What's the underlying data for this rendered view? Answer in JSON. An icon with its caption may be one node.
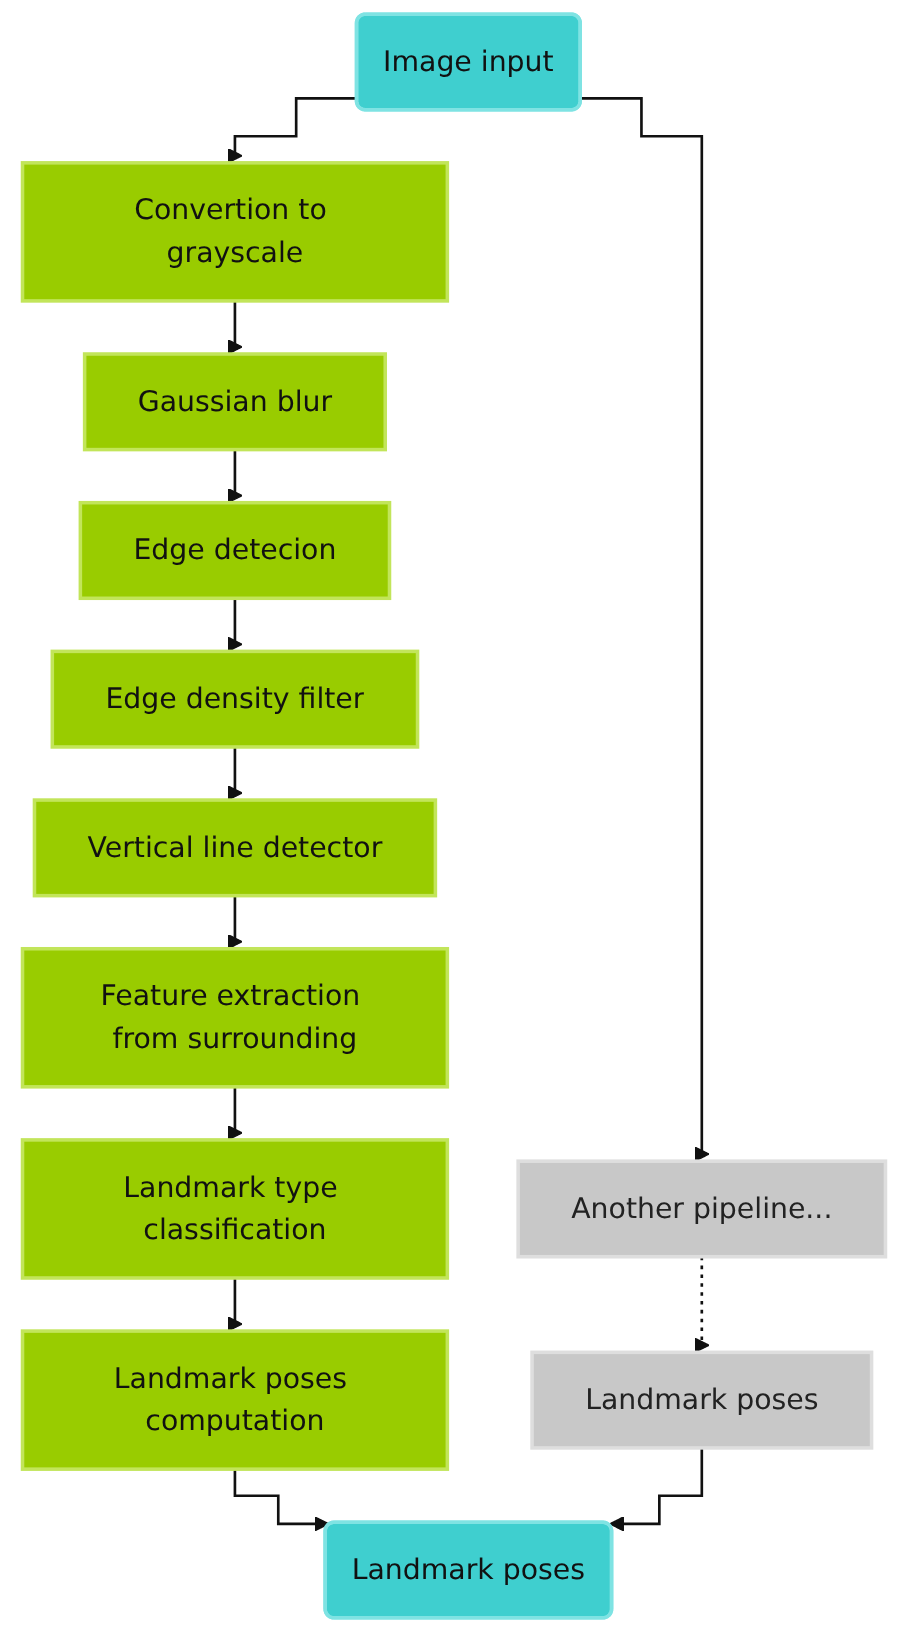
{
  "diagram": {
    "nodes": [
      {
        "text": [
          "Image input"
        ]
      },
      {
        "text": [
          "Convertion to grayscale"
        ]
      },
      {
        "text": [
          "Another pipeline..."
        ]
      },
      {
        "text": [
          "Gaussian blur"
        ]
      },
      {
        "text": [
          "Edge detecion"
        ]
      },
      {
        "text": [
          "Edge density filter"
        ]
      },
      {
        "text": [
          "Vertical line detector"
        ]
      },
      {
        "text": [
          "Feature extraction from surrounding"
        ]
      },
      {
        "text": [
          "Landmark type classification"
        ]
      },
      {
        "text": [
          "Landmark poses computation"
        ]
      },
      {
        "text": [
          "Landmark poses"
        ]
      },
      {
        "text": [
          "Landmark poses"
        ]
      }
    ],
    "edges": [
      {
        "from": 0,
        "to": 1,
        "arrow": "to"
      },
      {
        "from": 0,
        "to": 2,
        "arrow": "to"
      },
      {
        "from": 1,
        "to": 3,
        "arrow": "to"
      },
      {
        "from": 3,
        "to": 4,
        "arrow": "to"
      },
      {
        "from": 4,
        "to": 5,
        "arrow": "to"
      },
      {
        "from": 5,
        "to": 6,
        "arrow": "to"
      },
      {
        "from": 6,
        "to": 7,
        "arrow": "to"
      },
      {
        "from": 7,
        "to": 8,
        "arrow": "to"
      },
      {
        "from": 8,
        "to": 9,
        "arrow": "to"
      },
      {
        "from": 2,
        "to": 10,
        "arrow": "to",
        "style": "dashed"
      },
      {
        "from": 9,
        "to": 11,
        "arrow": "to"
      },
      {
        "from": 10,
        "to": 11,
        "arrow": "to"
      }
    ]
  }
}
